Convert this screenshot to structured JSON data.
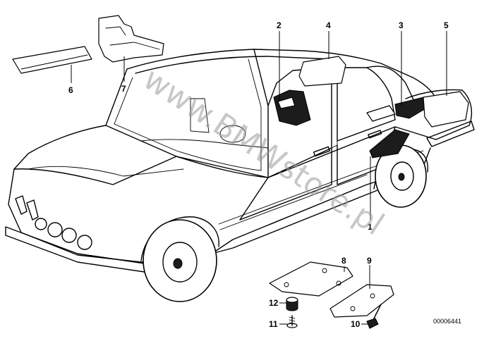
{
  "diagram": {
    "drawing_number": "00006441",
    "watermark": "www.BMWstore.pl",
    "callouts": [
      "1",
      "2",
      "3",
      "4",
      "5",
      "6",
      "7",
      "8",
      "9",
      "10",
      "11",
      "12"
    ]
  }
}
